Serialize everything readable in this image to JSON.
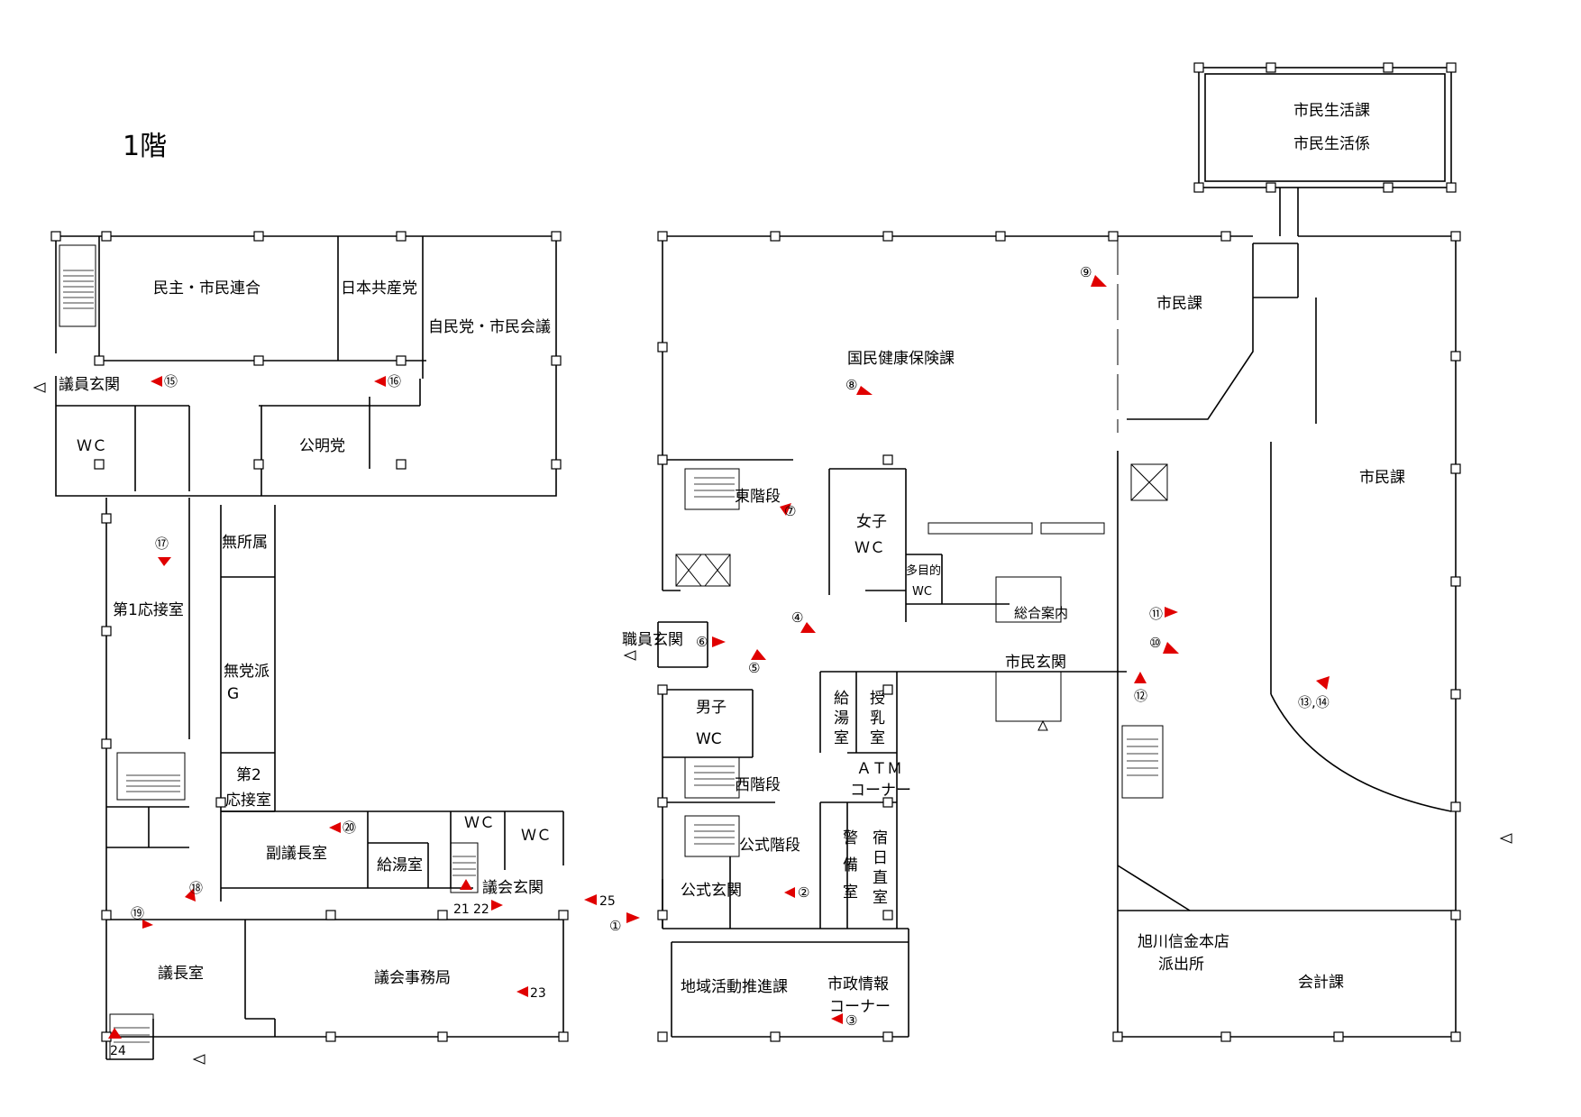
{
  "floor_title": "1階",
  "rooms": {
    "minshu": "民主・市民連合",
    "kyosan": "日本共産党",
    "jimin": "自民党・市民会議",
    "giin_genkan": "議員玄関",
    "wc_a": "ＷＣ",
    "komei": "公明党",
    "oosetsu1": "第1応接室",
    "mushozoku": "無所属",
    "mutoha_1": "無党派",
    "mutoha_2": "G",
    "oosetsu2_1": "第2",
    "oosetsu2_2": "応接室",
    "fukugicho": "副議長室",
    "kyuto_a": "給湯室",
    "wc_b": "ＷＣ",
    "wc_c": "ＷＣ",
    "gikai_genkan": "議会玄関",
    "gicho": "議長室",
    "gikai_jimukyoku": "議会事務局",
    "shokuin_genkan": "職員玄関",
    "higashi_kaidan": "東階段",
    "josi_wc_1": "女子",
    "josi_wc_2": "ＷＣ",
    "tamokuteki_1": "多目的",
    "tamokuteki_2": "WC",
    "sogo_annai": "総合案内",
    "kokumin_kenko": "国民健康保険課",
    "shimin_ka_a": "市民課",
    "shimin_ka_b": "市民課",
    "shimin_seikatsu_ka": "市民生活課",
    "shimin_seikatsu_kakari": "市民生活係",
    "shimin_genkan": "市民玄関",
    "danshi_wc_1": "男子",
    "danshi_wc_2": "WC",
    "kyuto_b": "給\n湯\n室",
    "junyu": "授\n乳\n室",
    "atm_1": "ＡＴＭ",
    "atm_2": "コーナー",
    "nishi_kaidan": "西階段",
    "koshiki_kaidan": "公式階段",
    "koshiki_genkan": "公式玄関",
    "keibi": "警\n備\n室",
    "shukujitchoku": "宿\n日\n直\n室",
    "chiiki_katsudo": "地域活動推進課",
    "shisei_joho_1": "市政情報",
    "shisei_joho_2": "コーナー",
    "asahikawa_shinkin_1": "旭川信金本店",
    "asahikawa_shinkin_2": "派出所",
    "kaikei_ka": "会計課"
  },
  "markers": [
    "①",
    "②",
    "③",
    "④",
    "⑤",
    "⑥",
    "⑦",
    "⑧",
    "⑨",
    "⑩",
    "⑪",
    "⑫",
    "⑬,⑭",
    "⑮",
    "⑯",
    "⑰",
    "⑱",
    "⑲",
    "⑳",
    "21",
    "22",
    "23",
    "24",
    "25"
  ],
  "colors": {
    "marker_arrow": "#e00000",
    "wall": "#000000"
  }
}
